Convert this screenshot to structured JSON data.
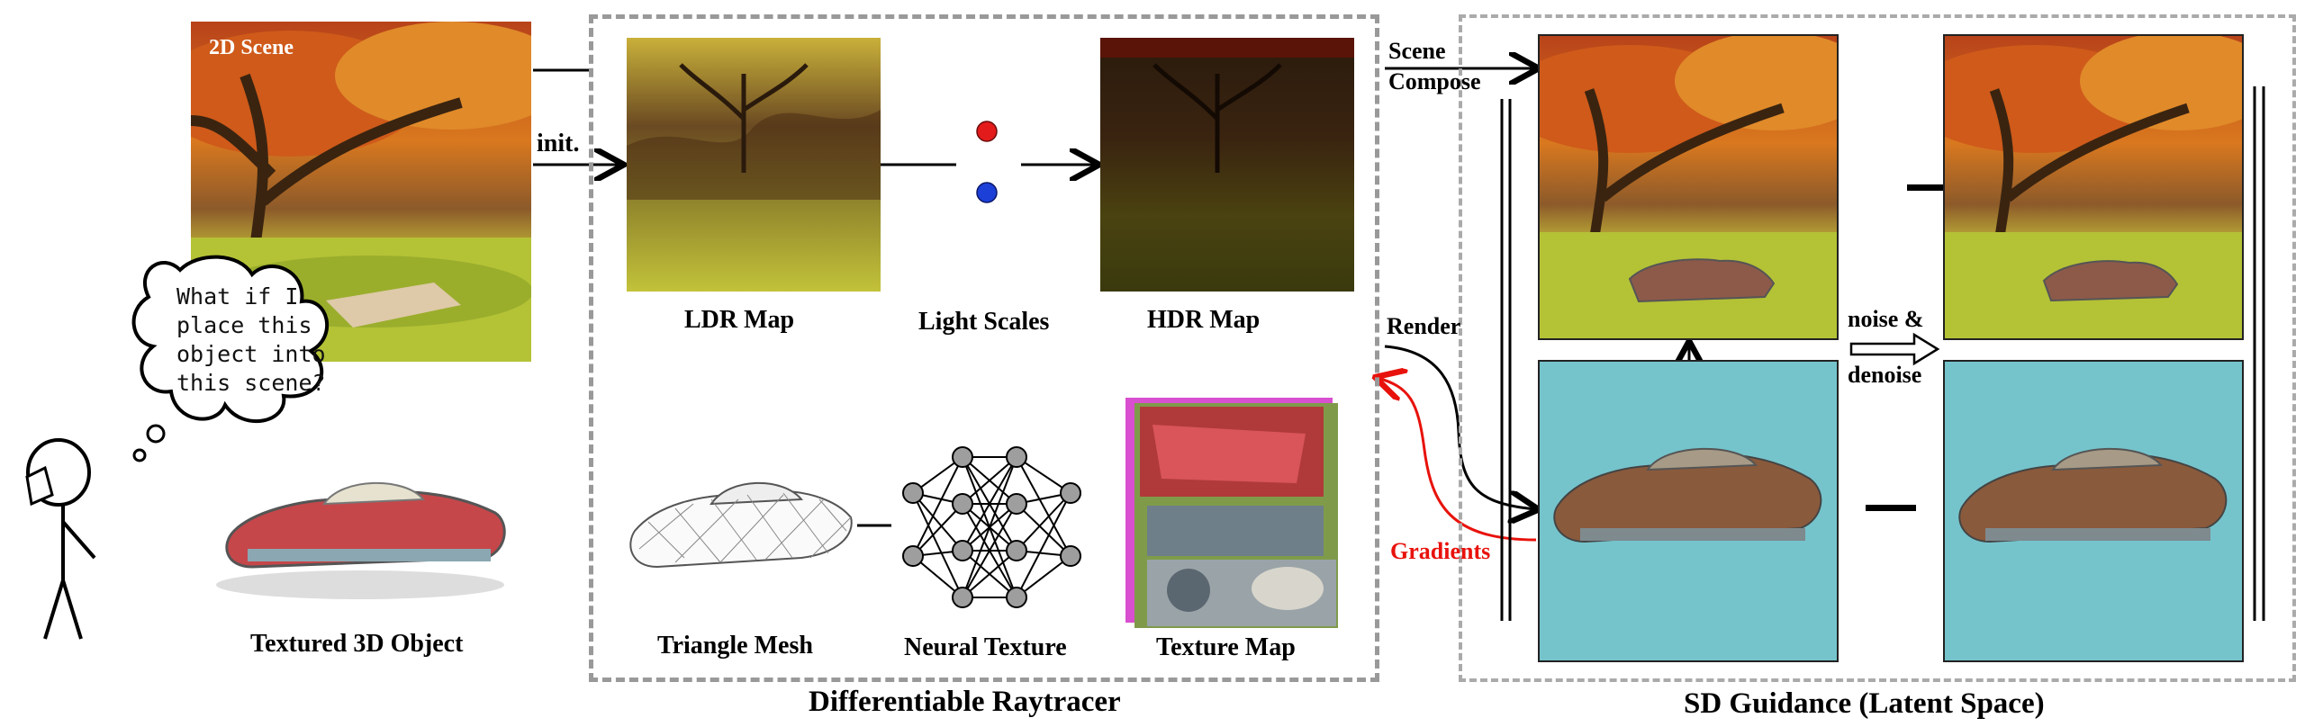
{
  "labels": {
    "scene_tag": "2D Scene",
    "textured_object": "Textured 3D Object",
    "init": "init.",
    "ldr_map": "LDR Map",
    "light_scales": "Light Scales",
    "hdr_map": "HDR Map",
    "triangle_mesh": "Triangle Mesh",
    "neural_texture": "Neural Texture",
    "texture_map": "Texture Map",
    "raytracer": "Differentiable Raytracer",
    "scene_compose_1": "Scene",
    "scene_compose_2": "Compose",
    "render": "Render",
    "gradients": "Gradients",
    "noise_1": "noise &",
    "noise_2": "denoise",
    "sd_guidance": "SD Guidance (Latent Space)"
  },
  "thought": {
    "line1": "What if I",
    "line2": "place this",
    "line3": "object into",
    "line4": "this scene?"
  },
  "colors": {
    "gradient_red": "#e8120c",
    "dot_red": "#e31b1b",
    "dot_blue": "#1c3fd8",
    "latent_teal": "#75c4cc",
    "dash_gray": "#999999"
  }
}
